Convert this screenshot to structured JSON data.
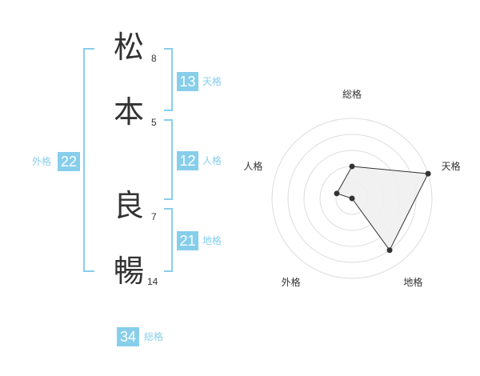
{
  "name": {
    "chars": [
      {
        "char": "松",
        "strokes": "8"
      },
      {
        "char": "本",
        "strokes": "5"
      },
      {
        "char": "良",
        "strokes": "7"
      },
      {
        "char": "暢",
        "strokes": "14"
      }
    ]
  },
  "fortunes": {
    "tenkaku": {
      "label": "天格",
      "value": "13"
    },
    "jinkaku": {
      "label": "人格",
      "value": "12"
    },
    "chikaku": {
      "label": "地格",
      "value": "21"
    },
    "gaikaku": {
      "label": "外格",
      "value": "22"
    },
    "soukaku": {
      "label": "総格",
      "value": "34"
    }
  },
  "colors": {
    "accent": "#87ceeb",
    "text": "#333333",
    "fill": "#f0f0f0"
  },
  "chart_data": {
    "type": "radar",
    "axes": [
      "総格",
      "天格",
      "地格",
      "外格",
      "人格"
    ],
    "values": [
      2,
      5,
      4,
      0,
      1
    ],
    "range": [
      0,
      5
    ],
    "rings": 5
  }
}
